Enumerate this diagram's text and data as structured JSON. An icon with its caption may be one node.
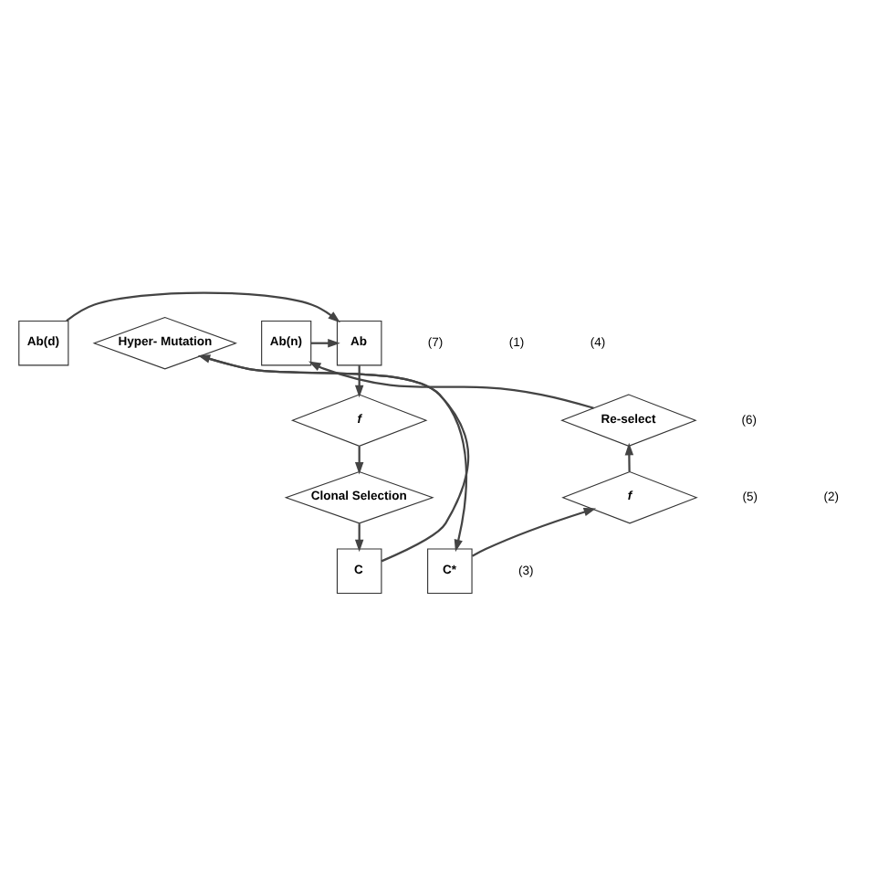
{
  "diagram": {
    "nodes": [
      {
        "text": [
          "Ab(d)"
        ]
      },
      {
        "text": [
          "Ab(n)"
        ]
      },
      {
        "text": [
          "Ab"
        ]
      },
      {
        "text": [
          "Re-select"
        ]
      },
      {
        "text": [
          "f"
        ]
      },
      {
        "text": [
          "C*"
        ]
      },
      {
        "text": [
          "Hyper- Mutation"
        ]
      },
      {
        "text": [
          "f"
        ]
      },
      {
        "text": [
          "Clonal Selection"
        ]
      },
      {
        "text": [
          "C"
        ]
      }
    ],
    "edges": [
      {
        "from": 0,
        "to": 2,
        "arrow": "to"
      },
      {
        "from": 1,
        "to": 2,
        "arrow": "to"
      },
      {
        "from": 2,
        "to": 7,
        "arrow": "to"
      },
      {
        "from": 7,
        "to": 8,
        "arrow": "to"
      },
      {
        "from": 8,
        "to": 9,
        "arrow": "to"
      },
      {
        "from": 9,
        "to": 6,
        "arrow": "to"
      },
      {
        "from": 6,
        "to": 5,
        "arrow": "to"
      },
      {
        "from": 5,
        "to": 4,
        "arrow": "to"
      },
      {
        "from": 4,
        "to": 3,
        "arrow": "to"
      },
      {
        "from": 3,
        "to": 1,
        "arrow": "to"
      }
    ],
    "labels": [
      "(7)",
      "(1)",
      "(6)",
      "(5)",
      "(2)",
      "(4)",
      "(3)"
    ]
  }
}
